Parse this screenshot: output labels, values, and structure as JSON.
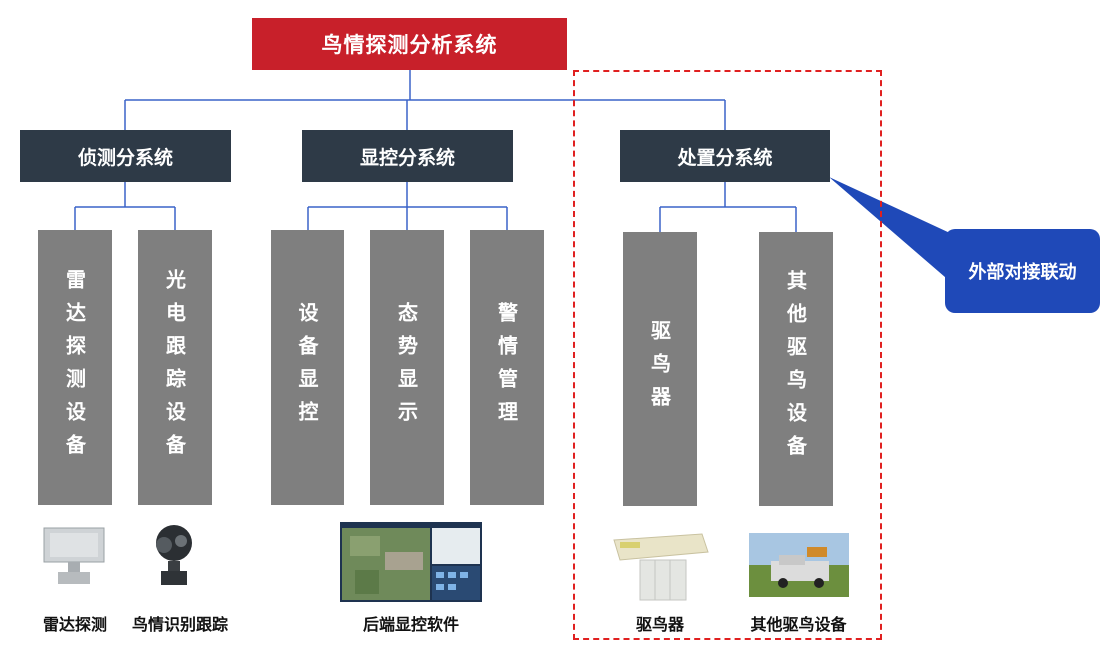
{
  "title": "鸟情探测分析系统",
  "subsystems": [
    {
      "label": "侦测分系统",
      "devices": [
        "雷达探测设备",
        "光电跟踪设备"
      ]
    },
    {
      "label": "显控分系统",
      "devices": [
        "设备显控",
        "态势显示",
        "警情管理"
      ]
    },
    {
      "label": "处置分系统",
      "devices": [
        "驱鸟器",
        "其他驱鸟设备"
      ]
    }
  ],
  "callout": "外部对接联动",
  "captions": [
    "雷达探测",
    "鸟情识别跟踪",
    "后端显控软件",
    "驱鸟器",
    "其他驱鸟设备"
  ],
  "colors": {
    "title_bg": "#c8202a",
    "subsystem_bg": "#2e3a47",
    "device_bg": "#7f7f7f",
    "callout_bg": "#1f49b8",
    "dashed_border": "#e02020",
    "connector": "#3a63c8"
  }
}
